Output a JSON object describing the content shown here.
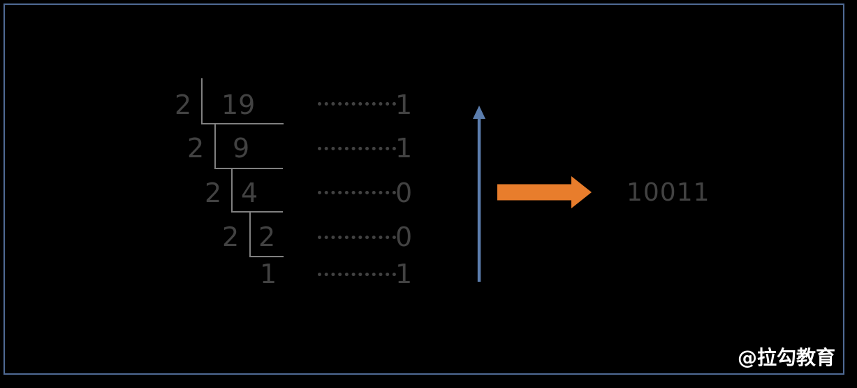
{
  "slide": {
    "background_color": "#000000",
    "frame_color": "#4F6A94"
  },
  "division": {
    "rows": [
      {
        "divisor": "2",
        "value": "19",
        "remainder": "1"
      },
      {
        "divisor": "2",
        "value": "9",
        "remainder": "1"
      },
      {
        "divisor": "2",
        "value": "4",
        "remainder": "0"
      },
      {
        "divisor": "2",
        "value": "2",
        "remainder": "0"
      },
      {
        "divisor": "",
        "value": "1",
        "remainder": "1"
      }
    ],
    "line_color": "#808080",
    "digit_color": "#424242"
  },
  "arrows": {
    "up_arrow_color": "#5B7DAD",
    "right_arrow_color": "#E87D2C"
  },
  "result": {
    "value": "10011",
    "color": "#424242"
  },
  "watermark": {
    "text": "@拉勾教育",
    "color": "#FFFFFF"
  }
}
